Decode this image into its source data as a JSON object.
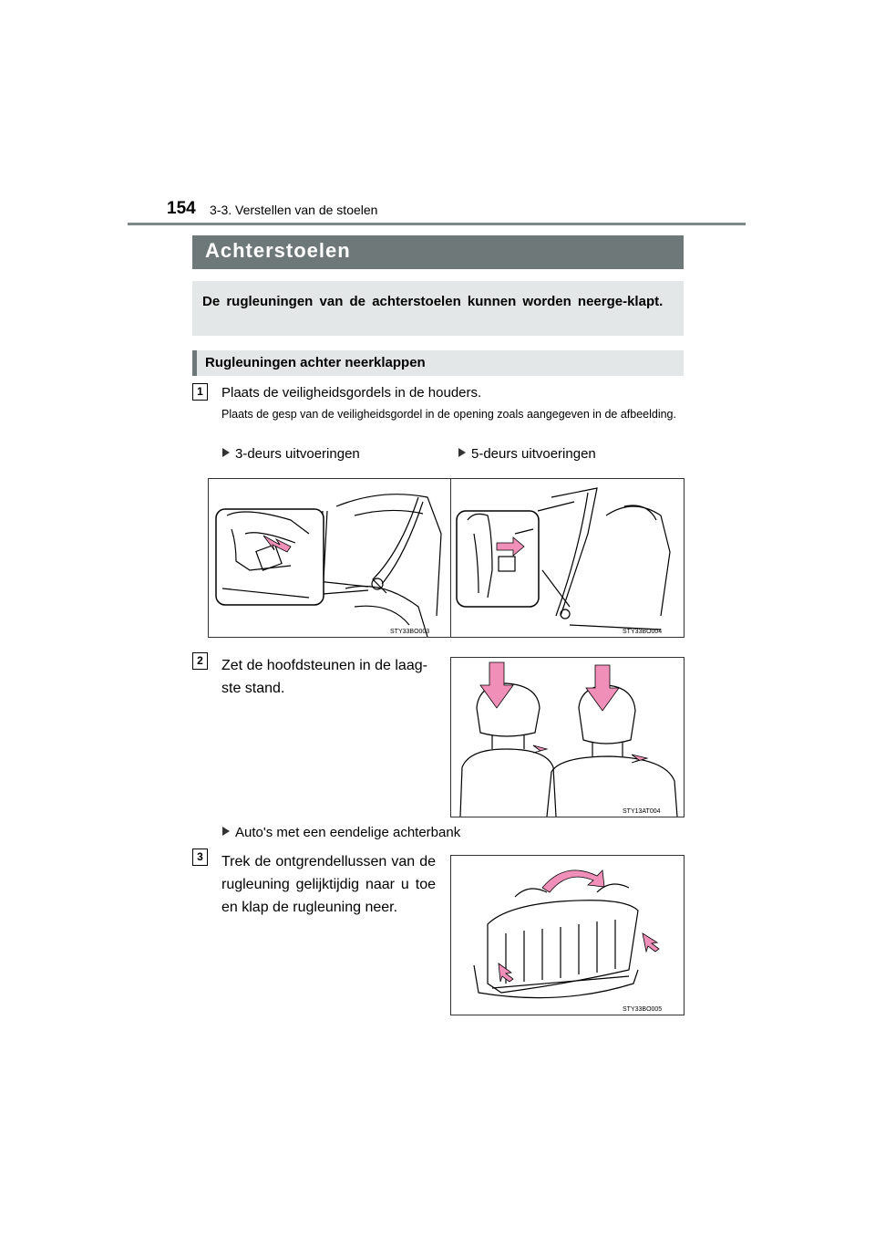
{
  "header": {
    "page_number": "154",
    "running_head": "3-3. Verstellen van de stoelen"
  },
  "section": {
    "title": "Achterstoelen",
    "intro": "De rugleuningen van de achterstoelen kunnen worden neerge-klapt."
  },
  "subsection": {
    "title": "Rugleuningen achter neerklappen"
  },
  "steps": [
    {
      "number": "1",
      "text": "Plaats de veiligheidsgordels in de houders.",
      "note": "Plaats de gesp van de veiligheidsgordel in de opening zoals aangegeven in de afbeelding.",
      "variants": [
        "3-deurs uitvoeringen",
        "5-deurs uitvoeringen"
      ],
      "figure_codes": [
        "STY33BO003",
        "STY33BO004"
      ]
    },
    {
      "number": "2",
      "text": "Zet de hoofdsteunen in de laag-ste stand.",
      "figure_code": "STY13AT004"
    },
    {
      "number": "3",
      "condition": "Auto's met een eendelige achterbank",
      "text": "Trek de ontgrendellussen van de rugleuning gelijktijdig naar u toe en klap de rugleuning neer.",
      "figure_code": "STY33BO005"
    }
  ],
  "colors": {
    "section_bar": "#6f7878",
    "sub_bar": "#e4e7e7",
    "arrow_pink": "#f08fb8"
  }
}
